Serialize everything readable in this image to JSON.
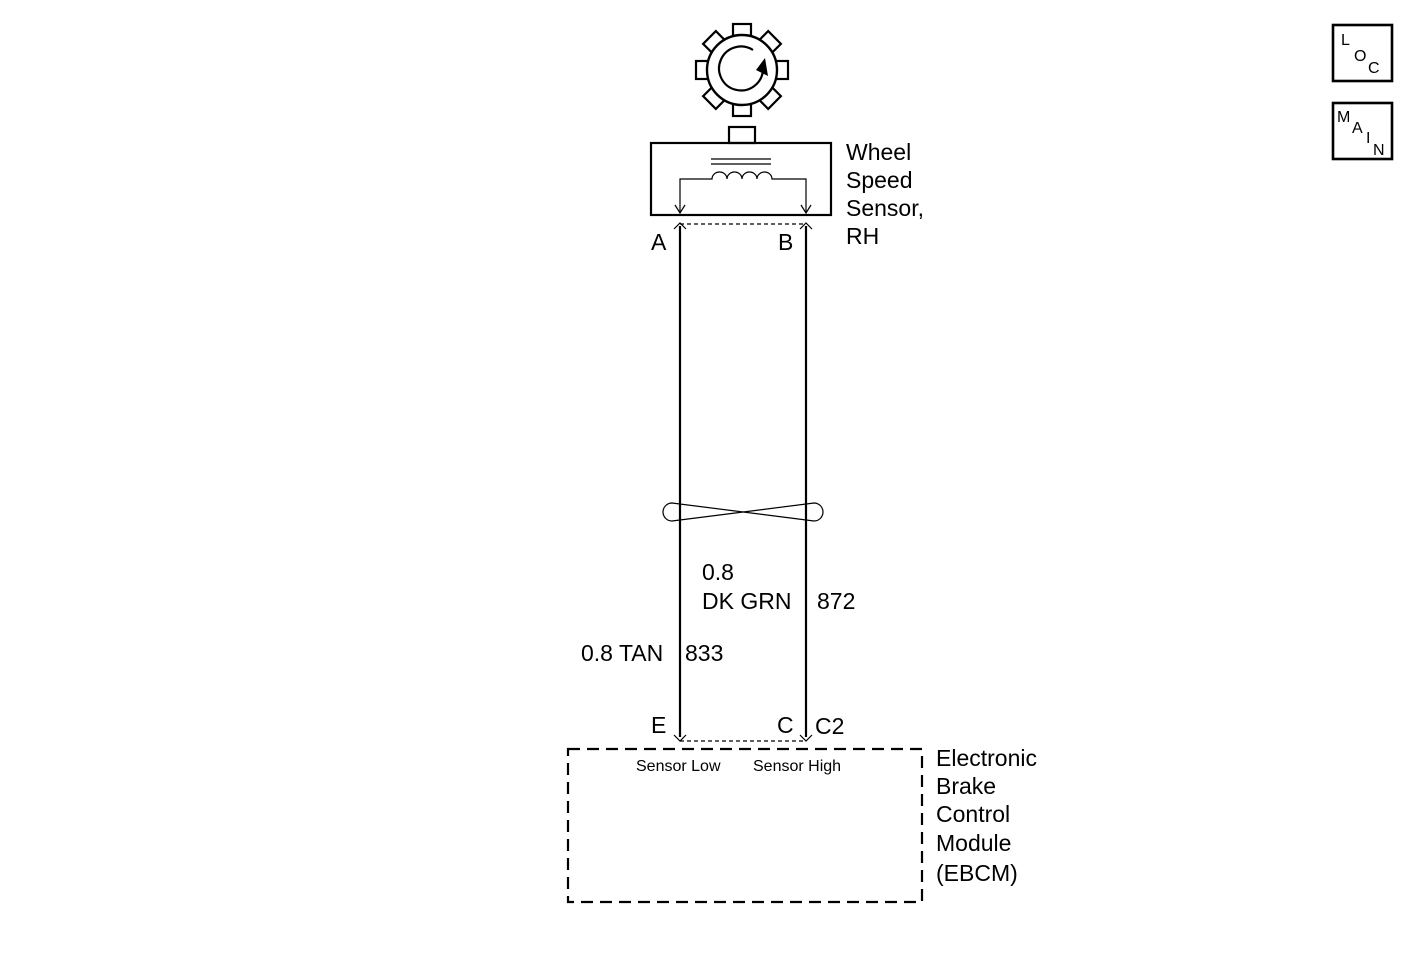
{
  "sensor": {
    "label_lines": [
      "Wheel",
      "Speed",
      "Sensor,",
      "RH"
    ],
    "pin_a": "A",
    "pin_b": "B"
  },
  "wires": {
    "left": {
      "size_color": "0.8 TAN",
      "circuit": "833"
    },
    "right": {
      "size": "0.8",
      "color": "DK GRN",
      "circuit": "872"
    }
  },
  "module": {
    "pin_e": "E",
    "pin_c": "C",
    "connector": "C2",
    "sensor_low": "Sensor Low",
    "sensor_high": "Sensor High",
    "label_lines": [
      "Electronic",
      "Brake",
      "Control",
      "Module",
      "(EBCM)"
    ]
  },
  "nav": {
    "loc": [
      "L",
      "O",
      "C"
    ],
    "main": [
      "M",
      "A",
      "I",
      "N"
    ]
  }
}
